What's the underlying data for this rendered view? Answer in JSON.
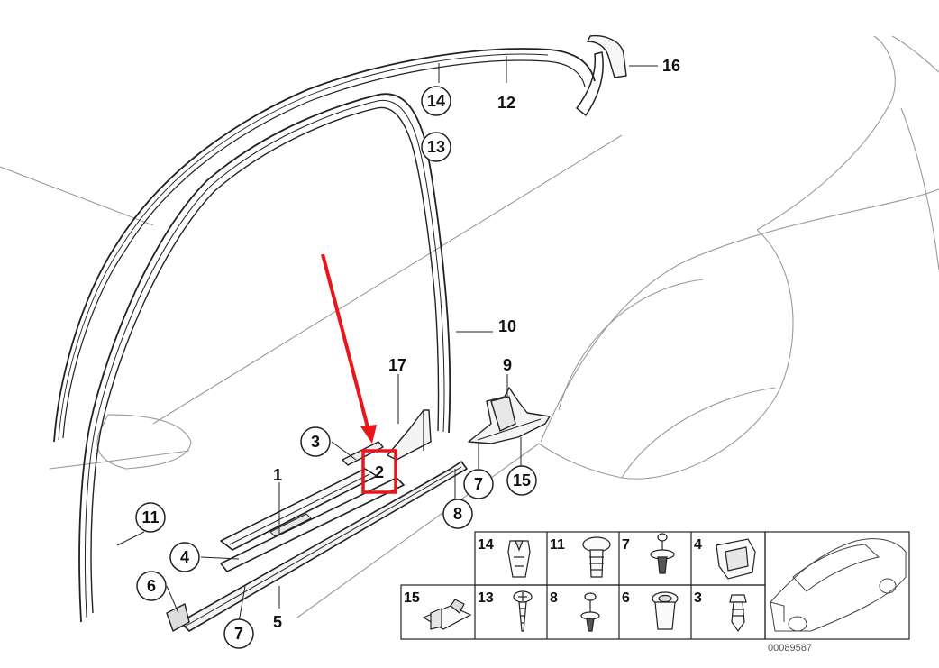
{
  "diagram": {
    "callouts": [
      {
        "id": "c1",
        "label": "1",
        "circled": false
      },
      {
        "id": "c2",
        "label": "2",
        "circled": false,
        "highlighted": true
      },
      {
        "id": "c3",
        "label": "3",
        "circled": true
      },
      {
        "id": "c4",
        "label": "4",
        "circled": true
      },
      {
        "id": "c5",
        "label": "5",
        "circled": false
      },
      {
        "id": "c6",
        "label": "6",
        "circled": true
      },
      {
        "id": "c7a",
        "label": "7",
        "circled": true
      },
      {
        "id": "c7b",
        "label": "7",
        "circled": true
      },
      {
        "id": "c8",
        "label": "8",
        "circled": true
      },
      {
        "id": "c9",
        "label": "9",
        "circled": false
      },
      {
        "id": "c10",
        "label": "10",
        "circled": false
      },
      {
        "id": "c11",
        "label": "11",
        "circled": true
      },
      {
        "id": "c12",
        "label": "12",
        "circled": false
      },
      {
        "id": "c13",
        "label": "13",
        "circled": true
      },
      {
        "id": "c14",
        "label": "14",
        "circled": true
      },
      {
        "id": "c15",
        "label": "15",
        "circled": true
      },
      {
        "id": "c16",
        "label": "16",
        "circled": false
      },
      {
        "id": "c17",
        "label": "17",
        "circled": false
      }
    ],
    "highlight_color": "#e8151b",
    "arrow_color": "#e8151b"
  },
  "parts_table": {
    "top_row": [
      "14",
      "11",
      "7",
      "4"
    ],
    "bottom_row": [
      "15",
      "13",
      "8",
      "6",
      "3"
    ],
    "top_icons": [
      "clip-nut-icon",
      "push-rivet-icon",
      "expanding-rivet-icon",
      "slide-clip-icon"
    ],
    "bottom_icons": [
      "spring-nut-icon",
      "screw-icon",
      "rivet-icon",
      "grommet-icon",
      "clip-icon"
    ],
    "reference_number": "00089587"
  }
}
